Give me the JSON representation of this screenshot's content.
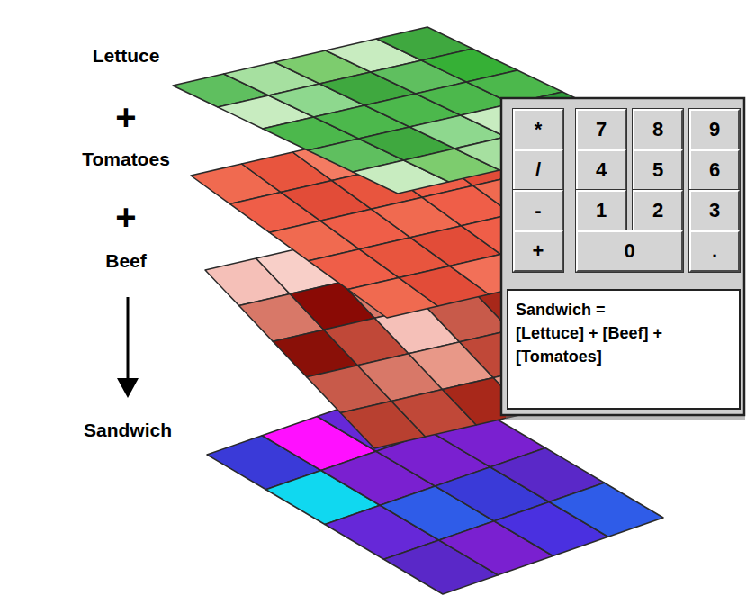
{
  "diagram": {
    "nodes": [
      {
        "text": [
          "*"
        ]
      },
      {
        "text": [
          "7"
        ]
      },
      {
        "text": [
          "8"
        ]
      },
      {
        "text": [
          "9"
        ]
      },
      {
        "text": [
          "/"
        ]
      },
      {
        "text": [
          "4"
        ]
      },
      {
        "text": [
          "5"
        ]
      },
      {
        "text": [
          "6"
        ]
      },
      {
        "text": [
          "-"
        ]
      },
      {
        "text": [
          "1"
        ]
      },
      {
        "text": [
          "2"
        ]
      },
      {
        "text": [
          "3"
        ]
      },
      {
        "text": [
          "+"
        ]
      },
      {
        "text": [
          "0"
        ]
      },
      {
        "text": [
          "."
        ]
      },
      {
        "text": [
          "Sandwich = [Lettuce] + [Beef] + [Tomatoes]"
        ]
      }
    ],
    "labels": [
      "Lettuce",
      "+",
      "Tomatoes",
      "+",
      "Beef",
      "Sandwich"
    ]
  }
}
